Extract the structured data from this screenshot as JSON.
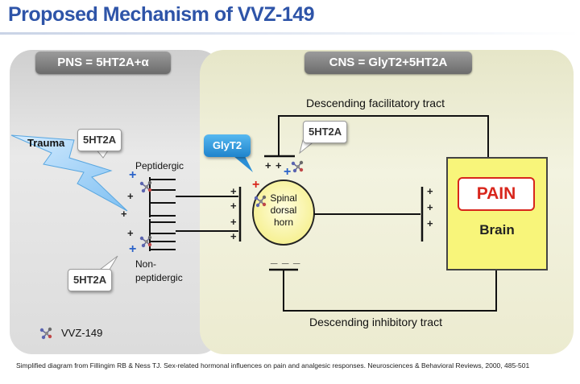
{
  "title": "Proposed Mechanism of VVZ-149",
  "pns": {
    "header": "PNS = 5HT2A+α"
  },
  "cns": {
    "header": "CNS = GlyT2+5HT2A"
  },
  "labels": {
    "trauma": "Trauma",
    "peptidergic": "Peptidergic",
    "non_peptidergic_1": "Non-",
    "non_peptidergic_2": "peptidergic",
    "spinal_1": "Spinal",
    "spinal_2": "dorsal",
    "spinal_3": "horn",
    "descending_facilitatory": "Descending facilitatory tract",
    "descending_inhibitory": "Descending inhibitory tract",
    "pain": "PAIN",
    "brain": "Brain",
    "legend_vvz": "VVZ-149"
  },
  "callouts": {
    "ht2a_trauma": "5HT2A",
    "ht2a_non_peptidergic": "5HT2A",
    "ht2a_cns": "5HT2A",
    "glyt2": "GlyT2"
  },
  "footnote": "Simplified diagram from Fillingim RB & Ness TJ. Sex-related hormonal influences on pain and analgesic responses. Neurosciences & Behavioral Reviews, 2000, 485-501",
  "colors": {
    "title": "#2e54a8",
    "pain": "#d8261c",
    "brain_fill": "#f8f57a",
    "spinal_fill": "#faf6a6",
    "glyt2": "#2b8fd6",
    "plus_blue": "#2b63c9",
    "plus_red": "#d8261c"
  },
  "icons": {
    "trauma": "lightning-bolt-icon",
    "drug": "molecule-icon"
  }
}
